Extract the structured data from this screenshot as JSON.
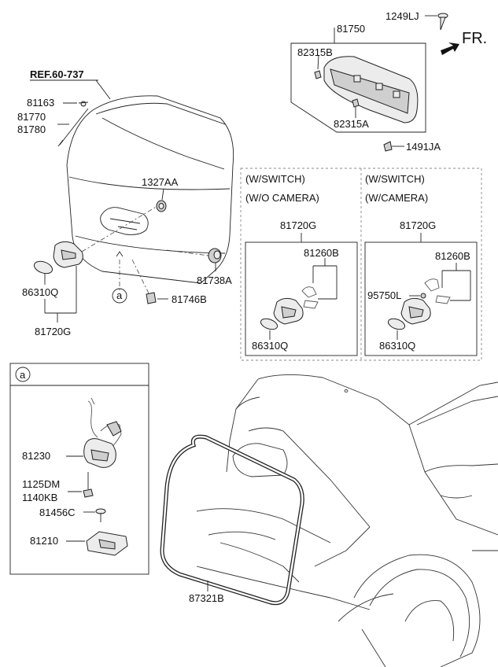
{
  "labels": {
    "ref": "REF.60-737",
    "p81163": "81163",
    "p81770": "81770",
    "p81780": "81780",
    "p1327AA": "1327AA",
    "p86310Q_left": "86310Q",
    "p81720G_left": "81720G",
    "p81738A": "81738A",
    "p81746B": "81746B",
    "callout_a": "a",
    "p81750": "81750",
    "p1249LJ": "1249LJ",
    "fr": "FR.",
    "p82315B": "82315B",
    "p82315A": "82315A",
    "p1491JA": "1491JA",
    "box1_line1": "(W/SWITCH)",
    "box1_line2": "(W/O CAMERA)",
    "box1_81720G": "81720G",
    "box1_81260B": "81260B",
    "box1_86310Q": "86310Q",
    "box2_line1": "(W/SWITCH)",
    "box2_line2": "(W/CAMERA)",
    "box2_81720G": "81720G",
    "box2_81260B": "81260B",
    "box2_95750L": "95750L",
    "box2_86310Q": "86310Q",
    "detail_a": "a",
    "p81230": "81230",
    "p1125DM": "1125DM",
    "p1140KB": "1140KB",
    "p81456C": "81456C",
    "p81210": "81210",
    "p87321B": "87321B"
  }
}
